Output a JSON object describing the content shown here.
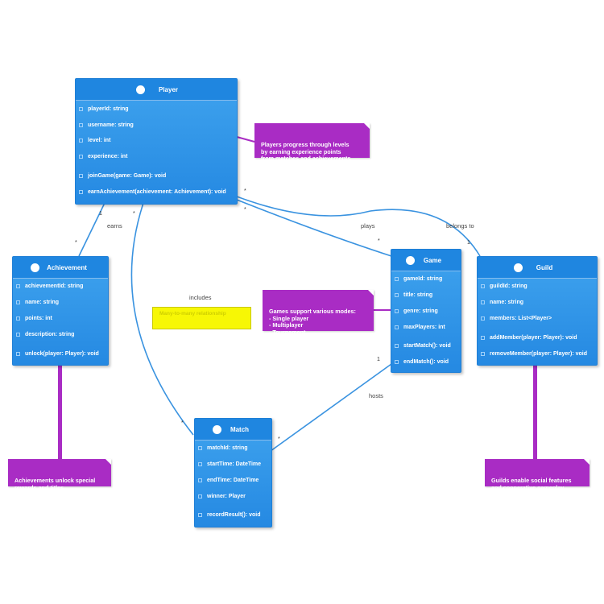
{
  "classes": {
    "player": {
      "name": "Player",
      "attributes": [
        "playerId: string",
        "username: string",
        "level: int",
        "experience: int"
      ],
      "methods": [
        "joinGame(game: Game): void",
        "earnAchievement(achievement: Achievement): void"
      ]
    },
    "achievement": {
      "name": "Achievement",
      "attributes": [
        "achievementId: string",
        "name: string",
        "points: int",
        "description: string"
      ],
      "methods": [
        "unlock(player: Player): void"
      ]
    },
    "game": {
      "name": "Game",
      "attributes": [
        "gameId: string",
        "title: string",
        "genre: string",
        "maxPlayers: int"
      ],
      "methods": [
        "startMatch(): void",
        "endMatch(): void"
      ]
    },
    "guild": {
      "name": "Guild",
      "attributes": [
        "guildId: string",
        "name: string",
        "members: List<Player>"
      ],
      "methods": [
        "addMember(player: Player): void",
        "removeMember(player: Player): void"
      ]
    },
    "match": {
      "name": "Match",
      "attributes": [
        "matchId: string",
        "startTime: DateTime",
        "endTime: DateTime",
        "winner: Player"
      ],
      "methods": [
        "recordResult(): void"
      ]
    }
  },
  "notes": {
    "player": "Players progress through levels\nby earning experience points\nfrom matches and achievements",
    "game": "Games support various modes:\n- Single player\n- Multiplayer\n- Tournament",
    "achievement": "Achievements unlock special\nrewards and titles",
    "guild": "Guilds enable social features\nand cooperative gameplay",
    "yellow": "Many-to-many relationship"
  },
  "associations": {
    "earns": {
      "label": "earns",
      "from_mult": "1",
      "to_mult": "*"
    },
    "includes": {
      "label": "includes",
      "from_mult": "*",
      "to_mult": "*"
    },
    "plays": {
      "label": "plays",
      "from_mult": "*",
      "to_mult": "*"
    },
    "belongs_to": {
      "label": "belongs to",
      "from_mult": "*",
      "to_mult": "1"
    },
    "hosts": {
      "label": "hosts",
      "from_mult": "1",
      "to_mult": "*"
    }
  },
  "colors": {
    "class_fill": "#2b8fe6",
    "note_purple": "#a92cc4",
    "note_yellow": "#f7f705",
    "line": "#3a93e0"
  }
}
